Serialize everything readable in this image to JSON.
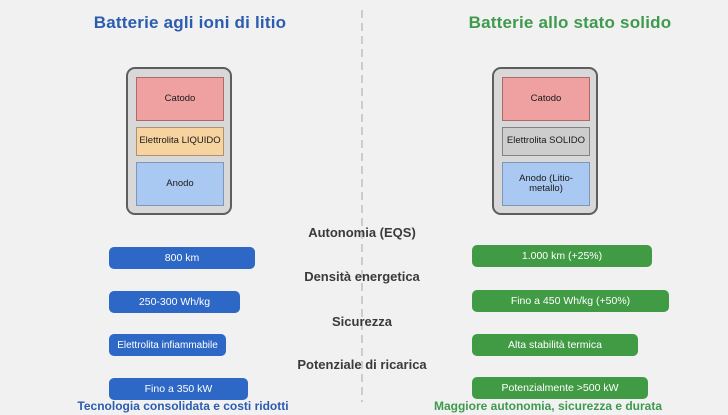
{
  "left": {
    "title": "Batterie agli ioni di litio",
    "battery": {
      "cathode": "Catodo",
      "electrolyte": "Elettrolita LIQUIDO",
      "anode": "Anodo"
    },
    "pills": [
      "800 km",
      "250-300 Wh/kg",
      "Elettrolita infiammabile",
      "Fino a 350 kW"
    ],
    "footer": "Tecnologia consolidata e costi ridotti",
    "accent_color": "#2b5caf",
    "pill_color": "#2d68c6"
  },
  "right": {
    "title": "Batterie allo stato solido",
    "battery": {
      "cathode": "Catodo",
      "electrolyte": "Elettrolita SOLIDO",
      "anode": "Anodo (Litio-metallo)"
    },
    "pills": [
      "1.000 km (+25%)",
      "Fino a 450 Wh/kg (+50%)",
      "Alta stabilità termica",
      "Potenzialmente >500 kW"
    ],
    "footer": "Maggiore autonomia, sicurezza e durata",
    "accent_color": "#3e9a4d",
    "pill_color": "#419b45"
  },
  "center": {
    "labels": [
      "Autonomia (EQS)",
      "Densità energetica",
      "Sicurezza",
      "Potenziale di ricarica"
    ]
  },
  "diagram_colors": {
    "background": "#f1f1f2",
    "battery_shell": "#d8d8d8",
    "cathode_fill": "#efa0a0",
    "electrolyte_liquid_fill": "#f7d3a0",
    "electrolyte_solid_fill": "#cdcdcd",
    "anode_fill": "#a9c9f2",
    "divider": "#cccccc"
  }
}
